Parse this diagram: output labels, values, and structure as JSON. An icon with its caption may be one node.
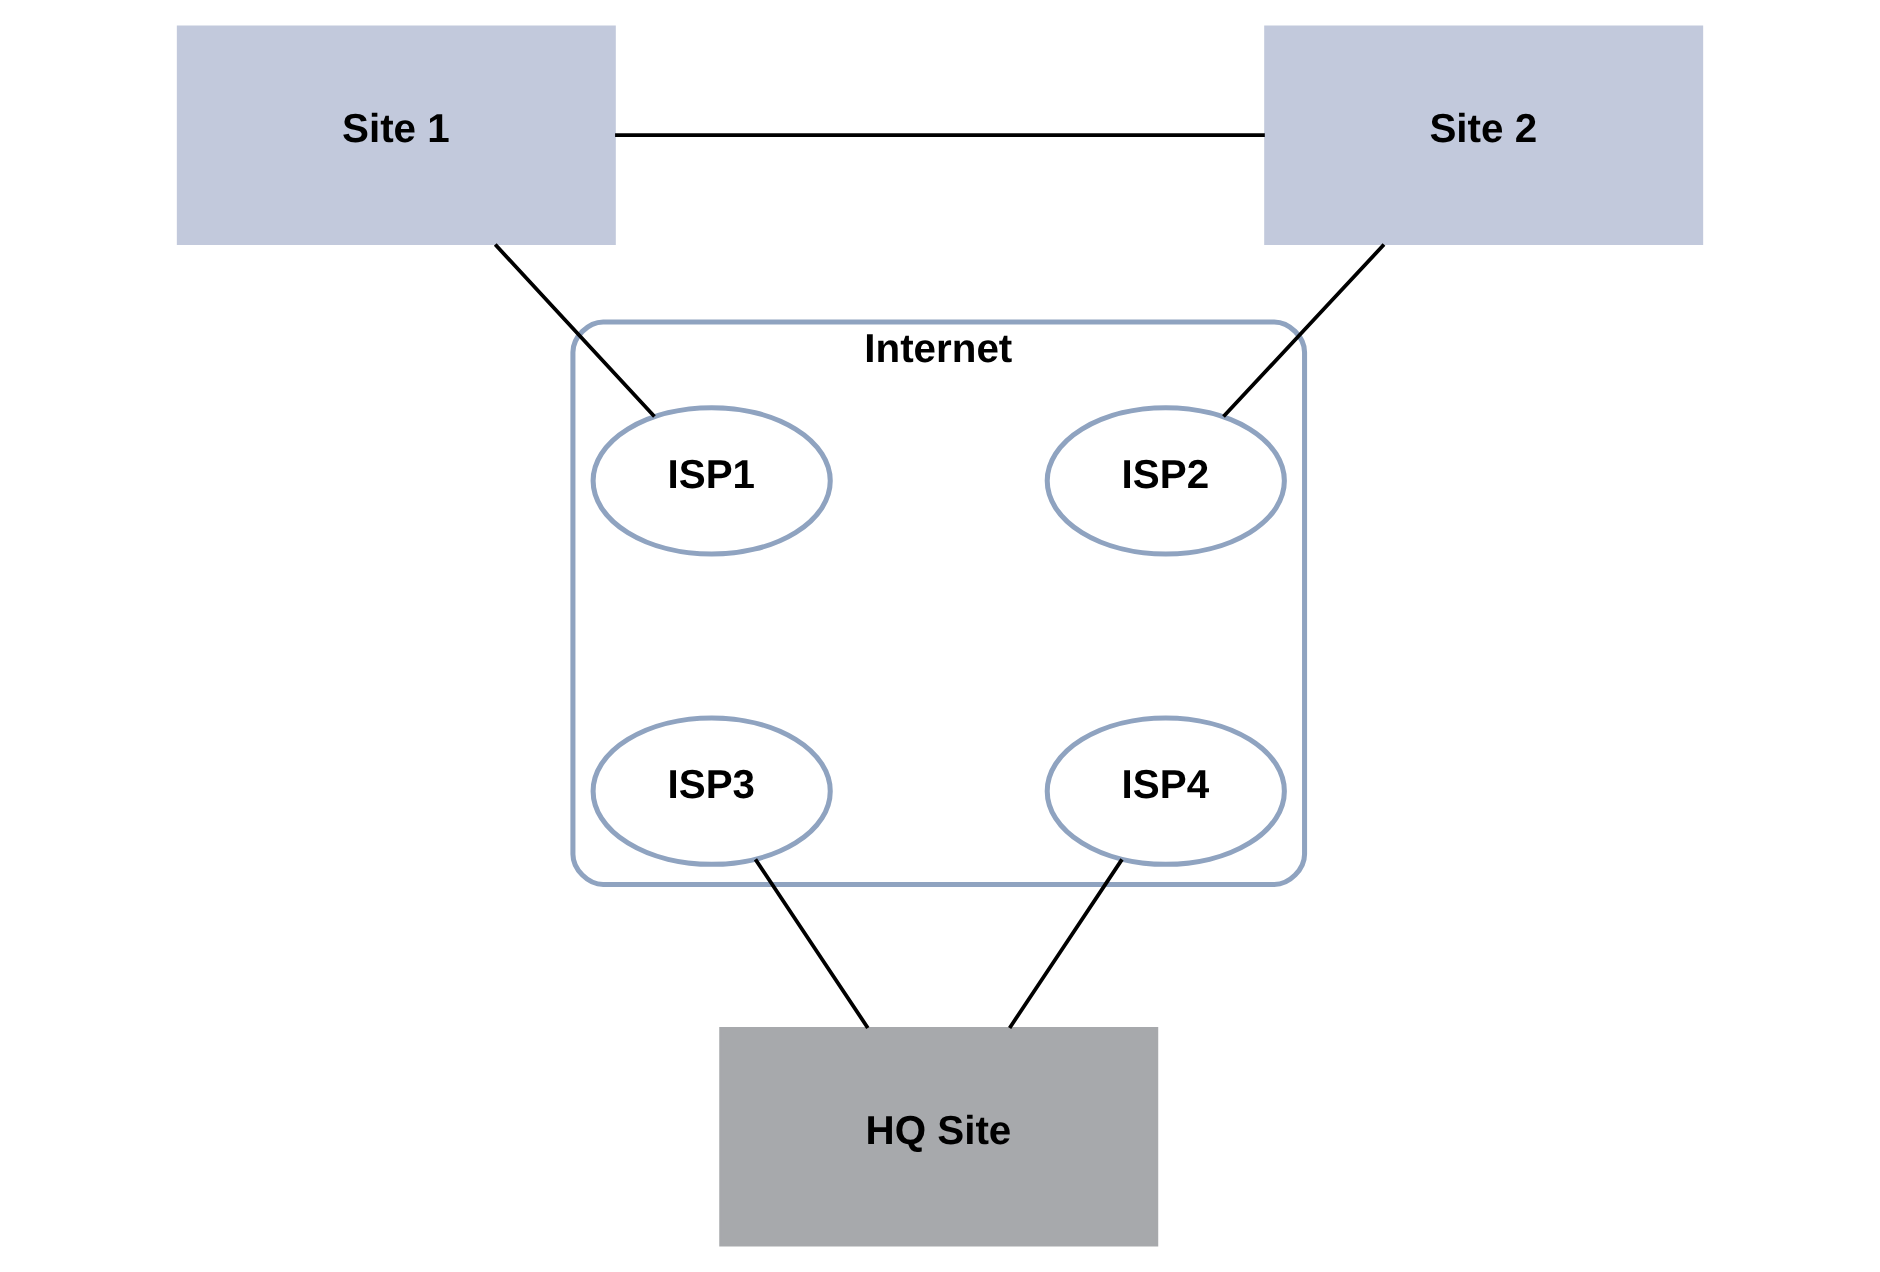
{
  "diagram": {
    "nodes": [
      {
        "text": [
          "Site 1"
        ]
      },
      {
        "text": [
          "Site 2"
        ]
      },
      {
        "text": [
          "Internet"
        ]
      },
      {
        "text": [
          "ISP1"
        ],
        "in": 2
      },
      {
        "text": [
          "ISP2"
        ],
        "in": 2
      },
      {
        "text": [
          "ISP3"
        ],
        "in": 2
      },
      {
        "text": [
          "ISP4"
        ],
        "in": 2
      },
      {
        "text": [
          "HQ Site"
        ]
      }
    ],
    "edges": [
      {
        "from": 0,
        "to": 1,
        "arrow": "none"
      },
      {
        "from": 0,
        "to": 3,
        "arrow": "none"
      },
      {
        "from": 1,
        "to": 4,
        "arrow": "none"
      },
      {
        "from": 5,
        "to": 7,
        "arrow": "none"
      },
      {
        "from": 6,
        "to": 7,
        "arrow": "none"
      }
    ]
  }
}
